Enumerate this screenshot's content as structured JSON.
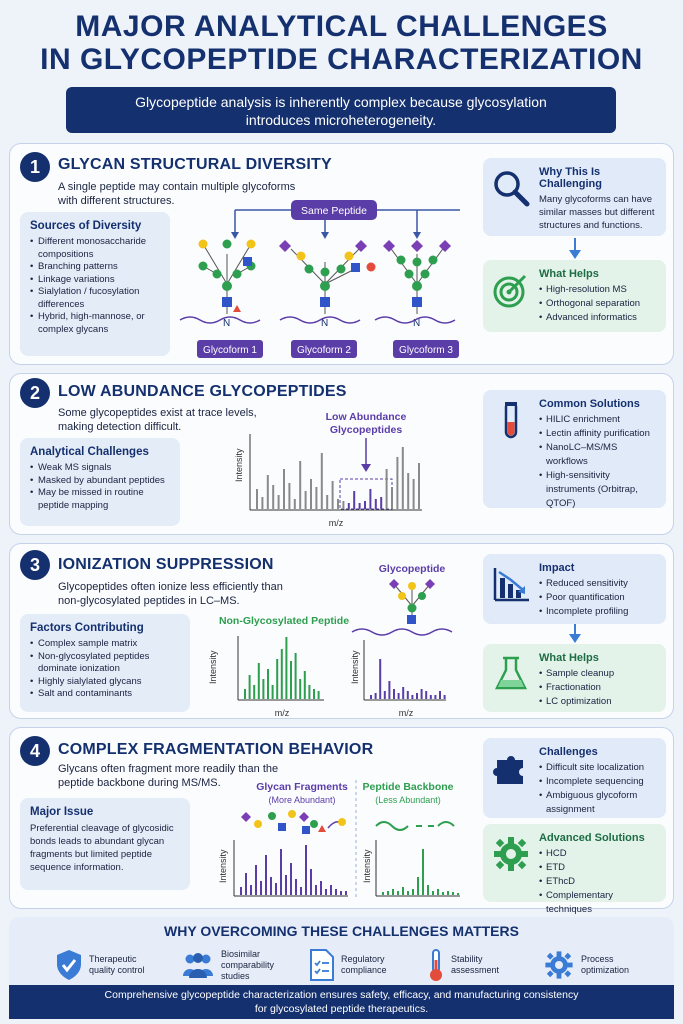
{
  "header": {
    "title_line1": "MAJOR ANALYTICAL CHALLENGES",
    "title_line2": "IN GLYCOPEPTIDE CHARACTERIZATION",
    "subtitle_line1": "Glycopeptide analysis is inherently complex because glycosylation",
    "subtitle_line2": "introduces microheterogeneity."
  },
  "section1": {
    "number": "1",
    "title": "GLYCAN STRUCTURAL DIVERSITY",
    "desc_line1": "A single peptide may contain multiple glycoforms",
    "desc_line2": "with different structures.",
    "box_title": "Sources of Diversity",
    "items": [
      "Different monosaccharide compositions",
      "Branching patterns",
      "Linkage variations",
      "Sialylation / fucosylation differences",
      "Hybrid, high-mannose, or complex glycans"
    ],
    "same_peptide": "Same Peptide",
    "glycoforms": [
      "Glycoform 1",
      "Glycoform 2",
      "Glycoform 3"
    ],
    "n_label": "N",
    "why_title": "Why This Is Challenging",
    "why_text": "Many glycoforms can have similar masses but different structures and functions.",
    "helps_title": "What Helps",
    "helps": [
      "High-resolution MS",
      "Orthogonal separation",
      "Advanced informatics"
    ]
  },
  "section2": {
    "number": "2",
    "title": "LOW ABUNDANCE GLYCOPEPTIDES",
    "desc_line1": "Some glycopeptides exist at trace levels,",
    "desc_line2": "making detection difficult.",
    "box_title": "Analytical Challenges",
    "items": [
      "Weak MS signals",
      "Masked by abundant peptides",
      "May be missed in routine peptide mapping"
    ],
    "chart_label_line1": "Low Abundance",
    "chart_label_line2": "Glycopeptides",
    "xlabel": "m/z",
    "ylabel": "Intensity",
    "solutions_title": "Common Solutions",
    "solutions": [
      "HILIC enrichment",
      "Lectin affinity purification",
      "NanoLC–MS/MS workflows",
      "High-sensitivity instruments (Orbitrap, QTOF)"
    ]
  },
  "section3": {
    "number": "3",
    "title": "IONIZATION SUPPRESSION",
    "desc_line1": "Glycopeptides often ionize less efficiently than",
    "desc_line2": "non-glycosylated peptides in LC–MS.",
    "box_title": "Factors Contributing",
    "items": [
      "Complex sample matrix",
      "Non-glycosylated peptides dominate ionization",
      "Highly sialylated glycans",
      "Salt and contaminants"
    ],
    "non_glyco_label": "Non-Glycosylated Peptide",
    "glyco_label": "Glycopeptide",
    "xlabel": "m/z",
    "ylabel": "Intensity",
    "impact_title": "Impact",
    "impact": [
      "Reduced sensitivity",
      "Poor quantification",
      "Incomplete profiling"
    ],
    "helps_title": "What Helps",
    "helps": [
      "Sample cleanup",
      "Fractionation",
      "LC optimization"
    ]
  },
  "section4": {
    "number": "4",
    "title": "COMPLEX FRAGMENTATION BEHAVIOR",
    "desc_line1": "Glycans often fragment more readily than the",
    "desc_line2": "peptide backbone during MS/MS.",
    "box_title": "Major Issue",
    "issue_text": "Preferential cleavage of glycosidic bonds leads to abundant glycan fragments but limited peptide sequence information.",
    "glycan_frag_title": "Glycan Fragments",
    "glycan_frag_sub": "(More Abundant)",
    "backbone_title": "Peptide Backbone",
    "backbone_sub": "(Less Abundant)",
    "ylabel": "Intensity",
    "challenges_title": "Challenges",
    "challenges": [
      "Difficult site localization",
      "Incomplete sequencing",
      "Ambiguous glycoform assignment"
    ],
    "solutions_title": "Advanced Solutions",
    "solutions": [
      "HCD",
      "ETD",
      "EThcD",
      "Complementary techniques"
    ]
  },
  "why": {
    "title": "WHY OVERCOMING THESE CHALLENGES MATTERS",
    "items": [
      {
        "line1": "Therapeutic",
        "line2": "quality control",
        "line3": ""
      },
      {
        "line1": "Biosimilar",
        "line2": "comparability",
        "line3": "studies"
      },
      {
        "line1": "Regulatory",
        "line2": "compliance",
        "line3": ""
      },
      {
        "line1": "Stability",
        "line2": "assessment",
        "line3": ""
      },
      {
        "line1": "Process",
        "line2": "optimization",
        "line3": ""
      }
    ]
  },
  "footer": {
    "line1": "Comprehensive glycopeptide characterization ensures safety, efficacy, and manufacturing consistency",
    "line2": "for glycosylated peptide therapeutics."
  },
  "colors": {
    "navy": "#14306e",
    "purple": "#5b3da8",
    "green": "#2e9e4f"
  }
}
